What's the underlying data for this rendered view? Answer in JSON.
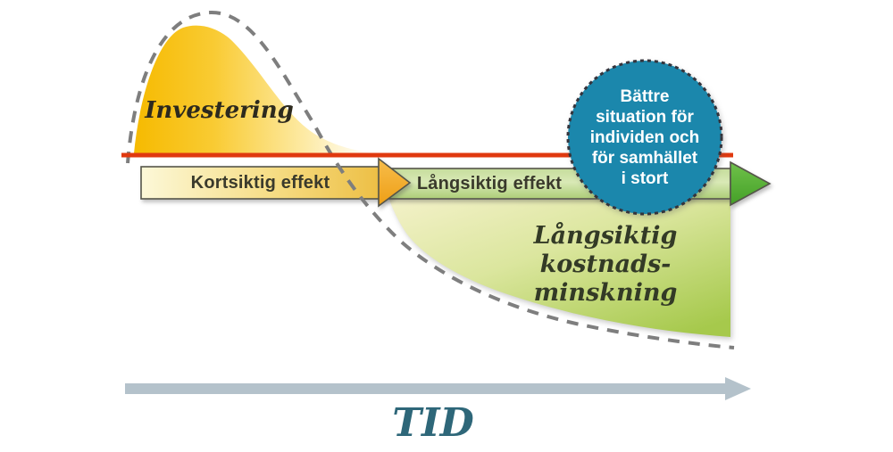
{
  "diagram": {
    "peak": {
      "label": "Investering"
    },
    "ribbon": {
      "short_term_label": "Kortsiktig effekt",
      "long_term_label": "Långsiktig effekt"
    },
    "outcome_circle": {
      "lines": [
        "Bättre",
        "situation för",
        "individen och",
        "för samhället",
        "i stort"
      ]
    },
    "cost_area": {
      "line1": "Långsiktig kostnads-",
      "line2": "minskning"
    },
    "time_axis": {
      "label": "TID"
    },
    "colors": {
      "investment_yellow": "#f6ba00",
      "short_term_orange": "#f0a51f",
      "long_term_green": "#bcd687",
      "arrow_green": "#52b033",
      "cost_area_green": "#a6c94c",
      "baseline_red": "#e0390f",
      "circle_teal": "#1b87ac",
      "dashed_gray": "#7e7e7e",
      "time_arrow_gray": "#b4c2cb",
      "tid_text_teal": "#2e6779"
    }
  }
}
